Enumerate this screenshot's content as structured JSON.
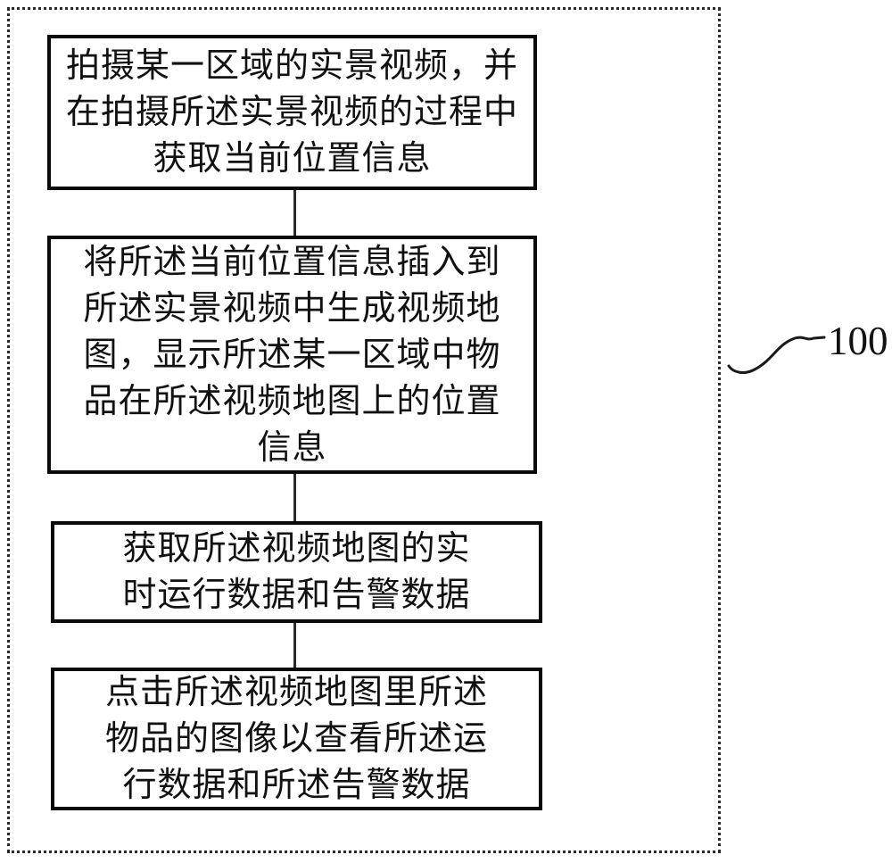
{
  "figure": {
    "label": "100",
    "colors": {
      "line": "#0a0a0a",
      "boundary": "#2a2a2a",
      "background": "#ffffff"
    },
    "steps": [
      {
        "id": 1,
        "text": "拍摄某一区域的实景视频，并\n在拍摄所述实景视频的过程中\n获取当前位置信息"
      },
      {
        "id": 2,
        "text": "将所述当前位置信息插入到\n所述实景视频中生成视频地\n图，显示所述某一区域中物\n品在所述视频地图上的位置\n信息"
      },
      {
        "id": 3,
        "text": "获取所述视频地图的实\n时运行数据和告警数据"
      },
      {
        "id": 4,
        "text": "点击所述视频地图里所述\n物品的图像以查看所述运\n行数据和所述告警数据"
      }
    ]
  }
}
